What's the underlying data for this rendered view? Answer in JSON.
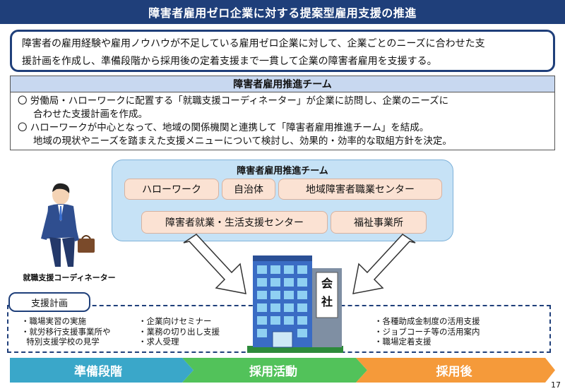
{
  "title": "障害者雇用ゼロ企業に対する提案型雇用支援の推進",
  "summary": {
    "line1": "障害者の雇用経験や雇用ノウハウが不足している雇用ゼロ企業に対して、企業ごとのニーズに合わせた支",
    "line2": "援計画を作成し、準備段階から採用後の定着支援まで一貫して企業の障害者雇用を支援する。"
  },
  "team_section": {
    "header": "障害者雇用推進チーム",
    "bullet1_line1": "〇  労働局・ハローワークに配置する「就職支援コーディネーター」が企業に訪問し、企業のニーズに",
    "bullet1_line2": "合わせた支援計画を作成。",
    "bullet2_line1": "〇  ハローワークが中心となって、地域の関係機関と連携して「障害者雇用推進チーム」を結成。",
    "bullet2_line2": "地域の現状やニーズを踏まえた支援メニューについて検討し、効果的・効率的な取組方針を決定。"
  },
  "diagram": {
    "panel_title": "障害者雇用推進チーム",
    "members": [
      "ハローワーク",
      "自治体",
      "地域障害者職業センター",
      "障害者就業・生活支援センター",
      "福祉事業所"
    ],
    "coordinator_label": "就職支援コーディネーター",
    "company_sign_1": "会",
    "company_sign_2": "社"
  },
  "support_plan": {
    "label": "支援計画",
    "col1": [
      "・職場実習の実施",
      "・就労移行支援事業所や",
      "  特別支援学校の見学"
    ],
    "col2": [
      "・企業向けセミナー",
      "・業務の切り出し支援",
      "・求人受理"
    ],
    "col3": [
      "・各種助成金制度の活用支援",
      "・ジョブコーチ等の活用案内",
      "・職場定着支援"
    ]
  },
  "phases": [
    "準備段階",
    "採用活動",
    "採用後"
  ],
  "page_number": "17",
  "colors": {
    "title_bg": "#1f3f7a",
    "phase1": "#3aa7c9",
    "phase2": "#52c25a",
    "phase3": "#f59a3a"
  }
}
